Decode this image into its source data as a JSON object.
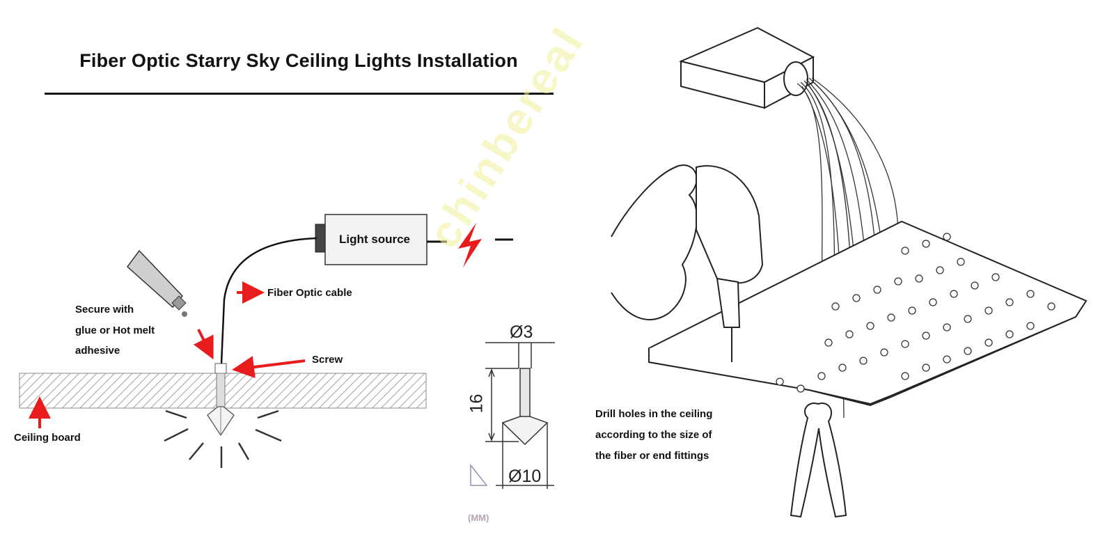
{
  "title": "Fiber Optic Starry Sky Ceiling Lights Installation",
  "labels": {
    "light_source": "Light source",
    "fiber_cable": "Fiber Optic cable",
    "secure_line1": "Secure with",
    "secure_line2": "glue or Hot melt",
    "secure_line3": "adhesive",
    "screw": "Screw",
    "ceiling_board": "Ceiling board",
    "drill_line1": "Drill holes in the ceiling",
    "drill_line2": "according to the size of",
    "drill_line3": "the fiber or end fittings"
  },
  "dimensions": {
    "top_diameter": "Ø3",
    "length": "16",
    "bottom_diameter": "Ø10",
    "unit": "(MM)"
  },
  "colors": {
    "arrow": "#e81c1c",
    "lightning": "#e81c1c",
    "box_fill": "#f2f2f2",
    "hatch": "#8a8a8a"
  }
}
